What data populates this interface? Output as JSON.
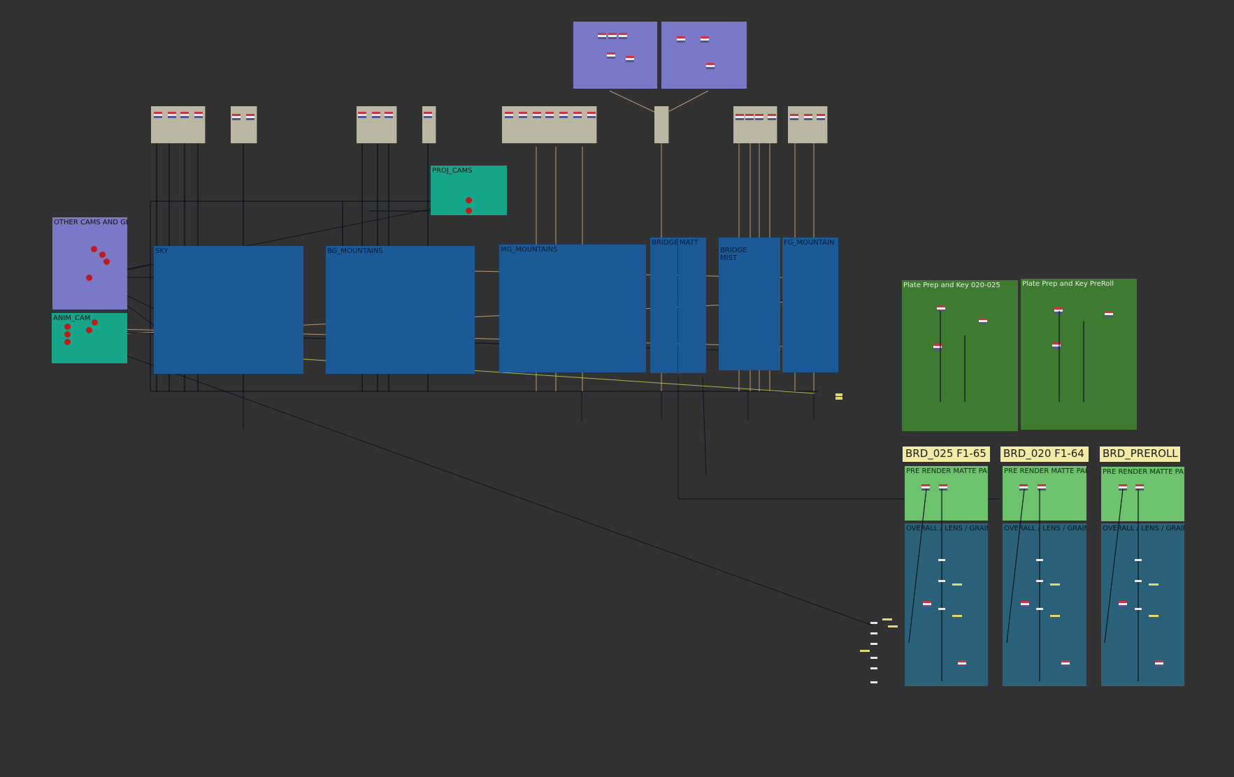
{
  "app": {
    "view": "node-graph"
  },
  "backdrops": {
    "other_cams_geo": "OTHER CAMS AND GEO",
    "anim_cam": "ANIM_CAM",
    "proj_cams": "PROJ_CAMS",
    "sky": "SKY",
    "bg_mountains": "BG_MOUNTAINS",
    "mg_mountains": "MG_MOUNTAINS",
    "bridge": "BRIDGE",
    "matt": "MATT",
    "bridge_mist": "BRIDGE\nMIST",
    "fg_mountain": "FG_MOUNTAIN",
    "plate_prep_020_025": "Plate Prep and Key 020-025",
    "plate_prep_preroll": "Plate Prep and Key PreRoll",
    "pre_render_1": "PRE RENDER MATTE PAINT",
    "pre_render_2": "PRE RENDER MATTE PAINT",
    "pre_render_3": "PRE RENDER MATTE PAINT",
    "overall_1": "OVERALL / LENS / GRAIN",
    "overall_2": "OVERALL / LENS / GRAIN",
    "overall_3": "OVERALL / LENS / GRAIN / TONEMA"
  },
  "tags": {
    "brd_025": "BRD_025 F1-65",
    "brd_020": "BRD_020 F1-64",
    "brd_preroll": "BRD_PREROLL"
  },
  "colors": {
    "canvas": "#323232",
    "purple_backdrop": "#7a78c8",
    "teal_backdrop": "#16a78b",
    "blue_backdrop": "#1b5a96",
    "green_backdrop": "#3f7a31",
    "light_green_backdrop": "#6cc26d",
    "petrol_backdrop": "#2a6178",
    "tag_yellow": "#f1eba5",
    "camera_red": "#c01a1a"
  }
}
